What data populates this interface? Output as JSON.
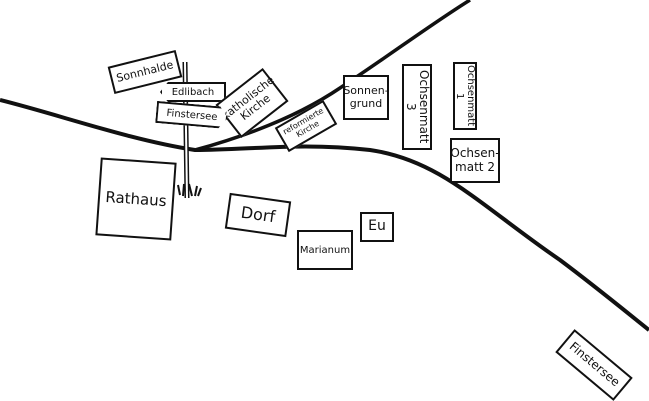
{
  "places": {
    "sonnhalde": "Sonnhalde",
    "edlibach": "Edlibach",
    "finstersee_sign": "Finstersee",
    "katholische_kirche": "katholische\nKirche",
    "reformierte_kirche": "reformierte\nKirche",
    "sonnengrund": "Sonnen-\ngrund",
    "ochsenmatt3": "Ochsenmatt 3",
    "ochsenmatt1": "Ochsenmatt 1",
    "ochsenmatt2": "Ochsen-\nmatt 2",
    "rathaus": "Rathaus",
    "dorf": "Dorf",
    "marianum": "Marianum",
    "eu": "Eu",
    "finstersee": "Finstersee"
  }
}
